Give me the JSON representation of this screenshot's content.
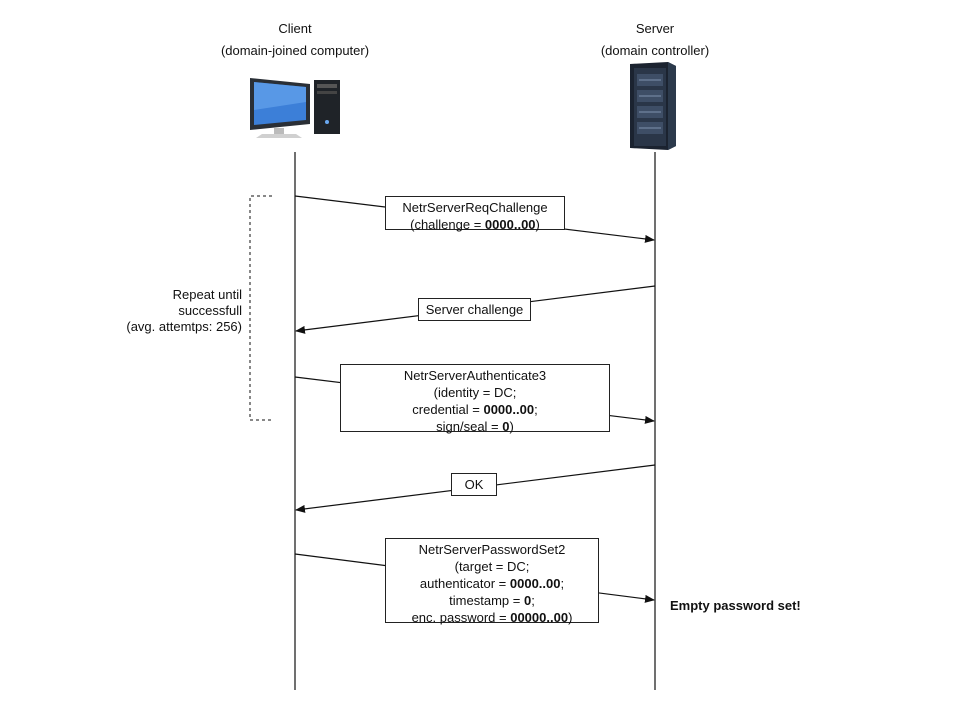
{
  "client": {
    "title": "Client",
    "subtitle": "(domain-joined computer)",
    "icon": "desktop-computer-icon"
  },
  "server": {
    "title": "Server",
    "subtitle": "(domain controller)",
    "icon": "server-rack-icon"
  },
  "repeat_note": [
    "Repeat until",
    "successfull",
    "(avg. attemtps: 256)"
  ],
  "messages": {
    "m1": {
      "line1": "NetrServerReqChallenge",
      "line2_pre": "(challenge = ",
      "line2_bold": "0000..00",
      "line2_post": ")"
    },
    "m2": {
      "text": "Server challenge"
    },
    "m3": {
      "line1": "NetrServerAuthenticate3",
      "line2": "(identity = DC;",
      "line3_pre": "credential = ",
      "line3_bold": "0000..00",
      "line3_post": ";",
      "line4_pre": "sign/seal = ",
      "line4_bold": "0",
      "line4_post": ")"
    },
    "m4": {
      "text": "OK"
    },
    "m5": {
      "line1": "NetrServerPasswordSet2",
      "line2": "(target = DC;",
      "line3_pre": "authenticator = ",
      "line3_bold": "0000..00",
      "line3_post": ";",
      "line4_pre": "timestamp = ",
      "line4_bold": "0",
      "line4_post": ";",
      "line5_pre": "enc. password = ",
      "line5_bold": "00000..00",
      "line5_post": ")"
    }
  },
  "result": "Empty password set!"
}
